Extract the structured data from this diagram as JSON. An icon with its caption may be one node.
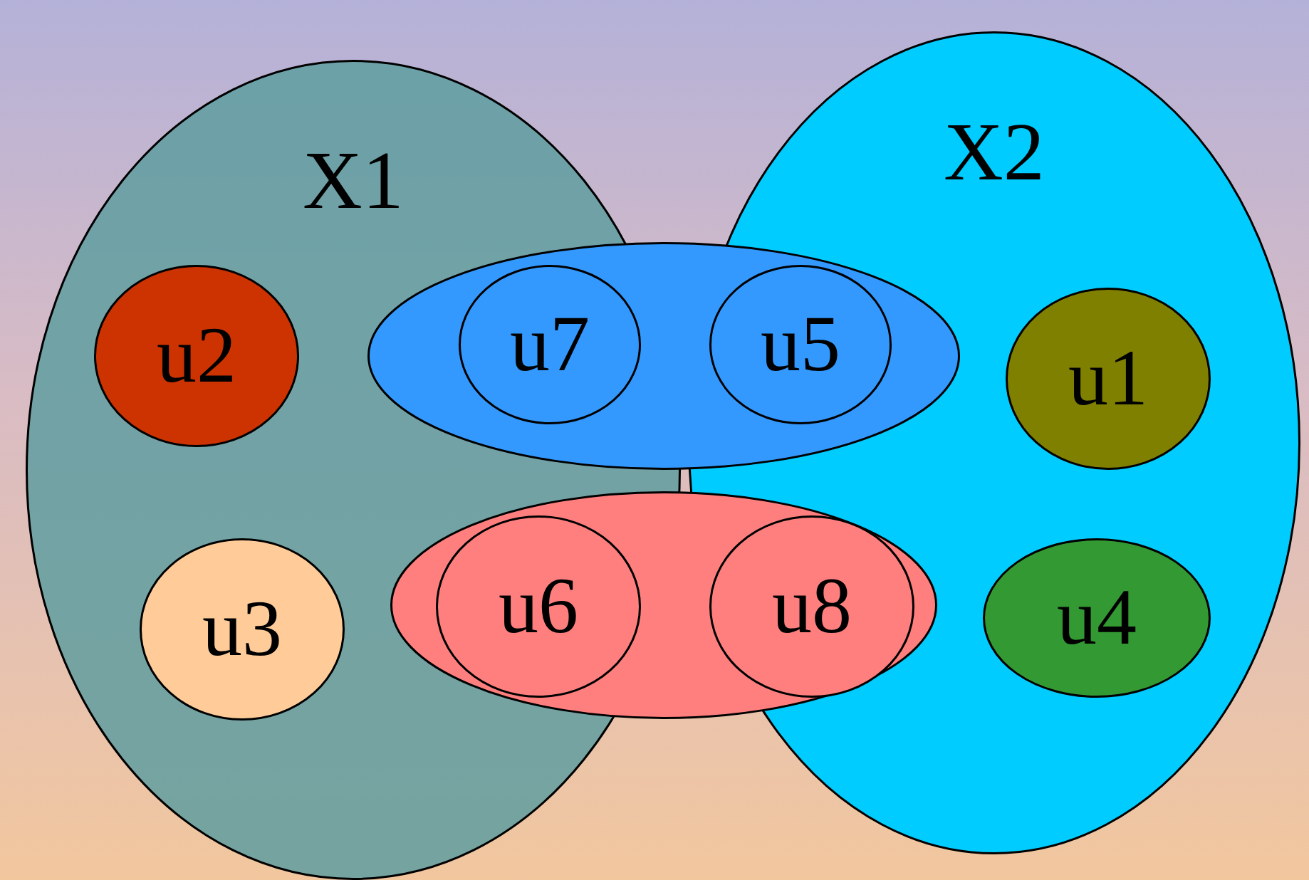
{
  "diagram": {
    "nodes": [
      {
        "text": [
          "X1"
        ]
      },
      {
        "text": [
          "u2"
        ],
        "in": 0
      },
      {
        "text": [
          "u3"
        ],
        "in": 0
      },
      {
        "text": [
          "X2"
        ]
      },
      {
        "text": [
          "u1"
        ],
        "in": 3
      },
      {
        "text": [
          "u4"
        ],
        "in": 3
      },
      {
        "text": [],
        "shape": "ellipse"
      },
      {
        "text": [
          "u7"
        ]
      },
      {
        "text": [
          "u5"
        ]
      },
      {
        "text": [],
        "shape": "ellipse"
      },
      {
        "text": [
          "u6"
        ]
      },
      {
        "text": [
          "u8"
        ]
      }
    ]
  }
}
